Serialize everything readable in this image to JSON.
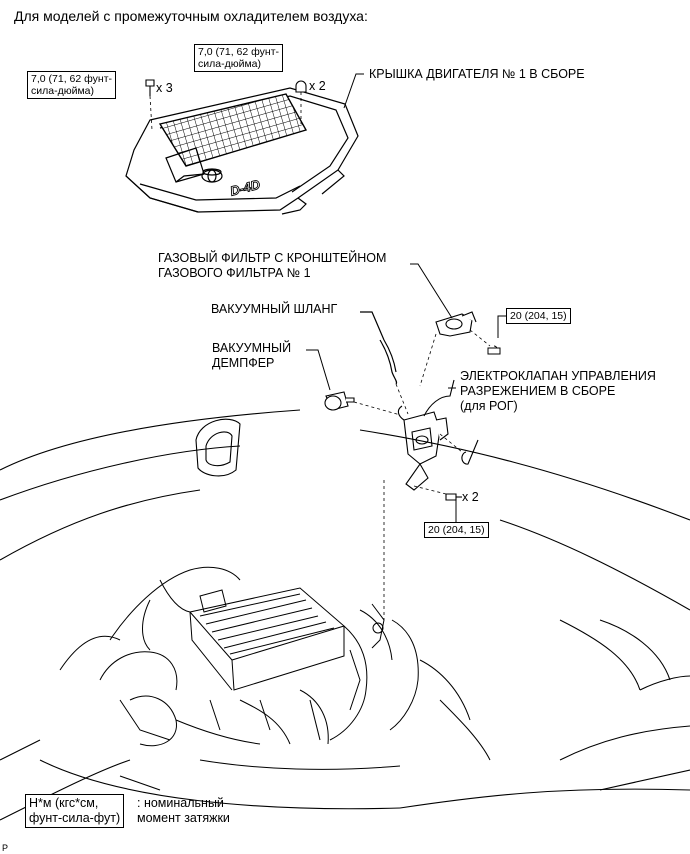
{
  "header": "Для моделей с промежуточным охладителем воздуха:",
  "torque_boxes": [
    {
      "line1": "7,0 (71, 62 фунт-",
      "line2": "сила-дюйма)",
      "qty": "x 2"
    },
    {
      "line1": "7,0 (71, 62 фунт-",
      "line2": "сила-дюйма)",
      "qty": "x 3"
    },
    {
      "line1": "20 (204, 15)",
      "qty": ""
    },
    {
      "line1": "20 (204, 15)",
      "qty": "x 2"
    }
  ],
  "labels": {
    "engine_cover": "КРЫШКА ДВИГАТЕЛЯ № 1 В СБОРЕ",
    "gas_filter_l1": "ГАЗОВЫЙ ФИЛЬТР С КРОНШТЕЙНОМ",
    "gas_filter_l2": "ГАЗОВОГО ФИЛЬТРА № 1",
    "vacuum_hose": "ВАКУУМНЫЙ ШЛАНГ",
    "damper_l1": "ВАКУУМНЫЙ",
    "damper_l2": "ДЕМПФЕР",
    "valve_l1": "ЭЛЕКТРОКЛАПАН УПРАВЛЕНИЯ",
    "valve_l2": "РАЗРЕЖЕНИЕМ В СБОРЕ",
    "valve_l3": "(для РОГ)",
    "cover_logo": "D-4D"
  },
  "legend": {
    "box_l1": "Н*м (кгс*см,",
    "box_l2": "фунт-сила-фут)",
    "desc_l1": ": номинальный",
    "desc_l2": "момент затяжки"
  },
  "corner_mark": "P",
  "colors": {
    "line": "#000000",
    "background": "#ffffff"
  }
}
